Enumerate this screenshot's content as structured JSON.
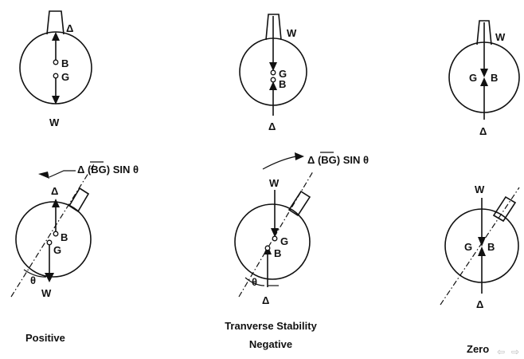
{
  "labels": {
    "buoyancy": "Δ",
    "weight": "W",
    "gravity": "G",
    "buoyancy_centre": "B",
    "angle": "θ"
  },
  "moment": {
    "prefix": "Δ (",
    "bg": "BG",
    "suffix": ") SIN θ"
  },
  "captions": {
    "positive": "Positive",
    "negative_line1": "Tranverse Stability",
    "negative_line2": "Negative",
    "zero": "Zero"
  },
  "nav": {
    "prev_icon": "⇦",
    "next_icon": "⇨"
  }
}
